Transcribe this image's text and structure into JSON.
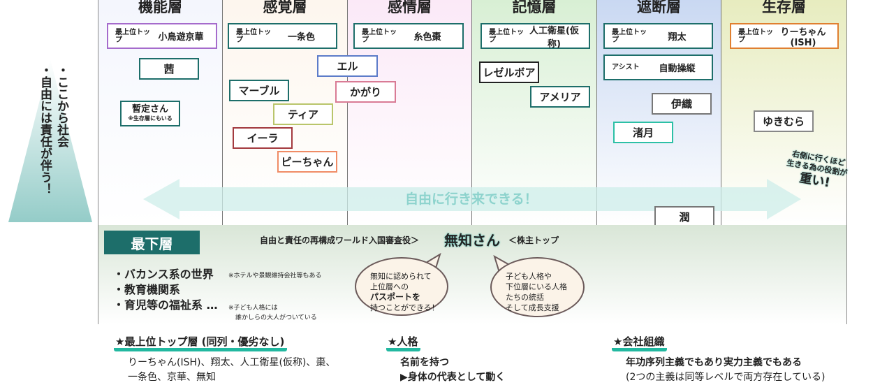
{
  "side": {
    "line1": "・ここから社会",
    "line2": "・自由には責任が伴う！"
  },
  "columns": [
    {
      "title": "機能層",
      "top_label": "最上位トップ",
      "top_name": "小鳥遊京華"
    },
    {
      "title": "感覚層",
      "top_label": "最上位トップ",
      "top_name": "一条色"
    },
    {
      "title": "感情層",
      "top_label": "最上位トップ",
      "top_name": "糸色棗"
    },
    {
      "title": "記憶層",
      "top_label": "最上位トップ",
      "top_name": "人工衛星(仮称)"
    },
    {
      "title": "遮断層",
      "top_label": "最上位トップ",
      "top_name": "翔太"
    },
    {
      "title": "生存層",
      "top_label": "最上位トップ",
      "top_name": "りーちゃん(ISH)"
    }
  ],
  "assist": {
    "label": "アシスト",
    "name": "自動操縦"
  },
  "members": {
    "akane": "茜",
    "zantei": "暫定さん",
    "zantei_note": "※生存層にもいる",
    "marble": "マーブル",
    "tia": "ティア",
    "iira": "イーラ",
    "pichan": "ピーちゃん",
    "eru": "エル",
    "kagari": "かがり",
    "rezeruboa": "レゼルボア",
    "amelia": "アメリア",
    "iori": "伊織",
    "nagitsuki": "渚月",
    "yukimura": "ゆきむら",
    "jun": "潤"
  },
  "arrow_text": "自由に行き来できる！",
  "right_note": {
    "line1": "右側に行くほど",
    "line2": "生きる為の役割が",
    "line3": "重い!"
  },
  "bottom": {
    "title": "最下層",
    "intro": "自由と責任の再構成ワールド入国審査役＞",
    "muchi": "無知さん",
    "shareholder": "＜株主トップ",
    "items": [
      "・バカンス系の世界",
      "・教育機関系",
      "・育児等の福祉系 …"
    ],
    "note1": "※ホテルや景観維持会社等もある",
    "note2a": "※子ども人格には",
    "note2b": "誰かしらの大人がついている",
    "bubble1": [
      "無知に認められて",
      "上位層への",
      "パスポートを",
      "持つことができる！"
    ],
    "bubble2": [
      "子ども人格や",
      "下位層にいる人格",
      "たちの統括",
      "そして成長支援"
    ]
  },
  "sections": [
    {
      "heading": "★最上位トップ層 (同列・優劣なし)",
      "lines": [
        "りーちゃん(ISH)、翔太、人工衛星(仮称)、棗、",
        "一条色、京華、無知"
      ]
    },
    {
      "heading": "★人格",
      "lines": [
        "名前を持つ",
        "▶身体の代表として動く"
      ]
    },
    {
      "heading": "★会社組織",
      "lines": [
        "年功序列主義でもあり実力主義でもある",
        "(2つの主義は同等レベルで両方存在している)"
      ]
    }
  ]
}
